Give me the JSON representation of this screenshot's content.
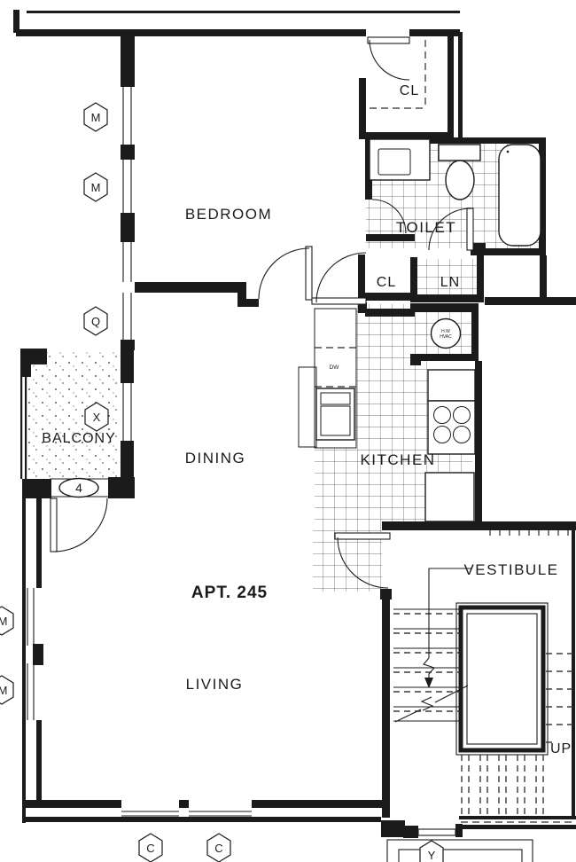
{
  "drawing": {
    "unit_label": "APT. 245",
    "rooms": {
      "bedroom": "BEDROOM",
      "toilet": "TOILET",
      "kitchen": "KITCHEN",
      "dining": "DINING",
      "living": "LIVING",
      "balcony": "BALCONY",
      "vestibule": "VESTIBULE"
    },
    "closets": {
      "top_closet": "CL",
      "hall_closet": "CL",
      "linen": "LN"
    },
    "labels": {
      "stair_direction": "UP",
      "dishwasher": "DW",
      "hvac_line1": "H.W",
      "hvac_line2": "HVAC",
      "balcony_door_tag": "4"
    },
    "markers": {
      "m1": "M",
      "m2": "M",
      "q": "Q",
      "x": "X",
      "m3": "M",
      "m4": "M",
      "c1": "C",
      "c2": "C",
      "y": "Y"
    },
    "colors": {
      "ink": "#1b1b1b",
      "paper": "#ffffff",
      "tile_line": "#4a4a4a",
      "stipple_dot": "#5a5a5a"
    }
  }
}
